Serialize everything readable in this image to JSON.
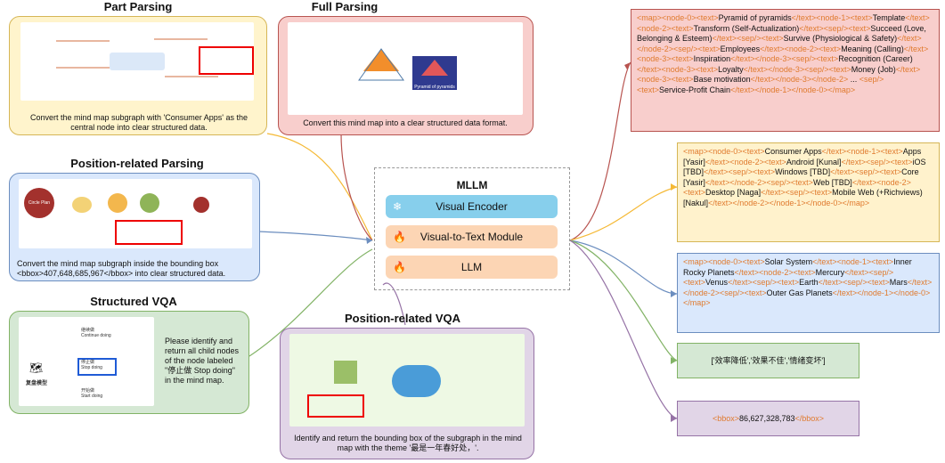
{
  "titles": {
    "part": "Part Parsing",
    "full": "Full Parsing",
    "pos_parse": "Position-related Parsing",
    "svqa": "Structured VQA",
    "pos_vqa": "Position-related VQA"
  },
  "captions": {
    "part": "Convert the mind map subgraph with 'Consumer Apps' as the central node into clear structured data.",
    "full": "Convert this mind map into a clear structured data format.",
    "pos_parse_1": "Convert the mind map subgraph inside the bounding box",
    "pos_parse_2": "<bbox>407,648,685,967</bbox> into clear structured data.",
    "svqa": "Please identify and return all child nodes of the node labeled \"停止做 Stop doing\" in the mind map.",
    "pos_vqa": "Identify and return the bounding box of the subgraph in the mind map with the theme '最是一年春好处，'."
  },
  "mllm": {
    "title": "MLLM",
    "modules": [
      {
        "label": "Visual Encoder",
        "icon": "❄"
      },
      {
        "label": "Visual-to-Text Module",
        "icon": "🔥"
      },
      {
        "label": "LLM",
        "icon": "🔥"
      }
    ]
  },
  "thumbs": {
    "full_center": "Pyramid of pyramids",
    "svqa_root": "复盘模型",
    "svqa_n1a": "继续做",
    "svqa_n1b": "Continue doing",
    "svqa_n2a": "停止做",
    "svqa_n2b": "Stop doing",
    "svqa_n3a": "开始做",
    "svqa_n3b": "Start doing",
    "pos_circle": "Circle Plan"
  },
  "outputs": [
    {
      "segments": [
        [
          "t",
          "<map><node-0><text>"
        ],
        [
          "v",
          "Pyramid of pyramids"
        ],
        [
          "t",
          "</text><node-1><text>"
        ],
        [
          "v",
          "Template"
        ],
        [
          "t",
          "</text><node-2><text>"
        ],
        [
          "v",
          "Transform (Self-Actualization)"
        ],
        [
          "t",
          "</text><sep/><text>"
        ],
        [
          "v",
          "Succeed (Love, Belonging & Esteem)"
        ],
        [
          "t",
          "</text><sep/><text>"
        ],
        [
          "v",
          "Survive (Physiological & Safety)"
        ],
        [
          "t",
          "</text></node-2><sep/><text>"
        ],
        [
          "v",
          "Employees"
        ],
        [
          "t",
          "</text><node-2><text>"
        ],
        [
          "v",
          "Meaning (Calling)"
        ],
        [
          "t",
          "</text><node-3><text>"
        ],
        [
          "v",
          "Inspiration"
        ],
        [
          "t",
          "</text></node-3><sep/><text>"
        ],
        [
          "v",
          "Recognition (Career)"
        ],
        [
          "t",
          "</text><node-3><text>"
        ],
        [
          "v",
          "Loyalty"
        ],
        [
          "t",
          "</text></node-3><sep/><text>"
        ],
        [
          "v",
          "Money (Job)"
        ],
        [
          "t",
          "</text><node-3><text>"
        ],
        [
          "v",
          "Base motivation"
        ],
        [
          "t",
          "</text></node-3></node-2>"
        ],
        [
          "v",
          " ..."
        ],
        [
          "t",
          " <sep/><text>"
        ],
        [
          "v",
          "Service-Profit Chain"
        ],
        [
          "t",
          "</text></node-1></node-0></map>"
        ]
      ]
    },
    {
      "segments": [
        [
          "t",
          "<map><node-0><text>"
        ],
        [
          "v",
          "Consumer Apps"
        ],
        [
          "t",
          "</text><node-1><text>"
        ],
        [
          "v",
          "Apps [Yasir]"
        ],
        [
          "t",
          "</text><node-2><text>"
        ],
        [
          "v",
          "Android [Kunal]"
        ],
        [
          "t",
          "</text><sep/><text>"
        ],
        [
          "v",
          "iOS [TBD]"
        ],
        [
          "t",
          "</text><sep/><text>"
        ],
        [
          "v",
          "Windows [TBD]"
        ],
        [
          "t",
          "</text><sep/><text>"
        ],
        [
          "v",
          "Core [Yasir]"
        ],
        [
          "t",
          "</text></node-2><sep/><text>"
        ],
        [
          "v",
          "Web [TBD]"
        ],
        [
          "t",
          "</text><node-2><text>"
        ],
        [
          "v",
          "Desktop [Naga]"
        ],
        [
          "t",
          "</text><sep/><text>"
        ],
        [
          "v",
          "Mobile Web (+Richviews) [Nakul]"
        ],
        [
          "t",
          "</text></node-2></node-1></node-0></map>"
        ]
      ]
    },
    {
      "segments": [
        [
          "t",
          "<map><node-0><text>"
        ],
        [
          "v",
          "Solar System"
        ],
        [
          "t",
          "</text><node-1><text>"
        ],
        [
          "v",
          "Inner Rocky Planets"
        ],
        [
          "t",
          "</text><node-2><text>"
        ],
        [
          "v",
          "Mercury"
        ],
        [
          "t",
          "</text><sep/><text>"
        ],
        [
          "v",
          "Venus"
        ],
        [
          "t",
          "</text><sep/><text>"
        ],
        [
          "v",
          "Earth"
        ],
        [
          "t",
          "</text><sep/><text>"
        ],
        [
          "v",
          "Mars"
        ],
        [
          "t",
          "</text></node-2><sep/><text>"
        ],
        [
          "v",
          "Outer Gas Planets"
        ],
        [
          "t",
          "</text></node-1></node-0></map>"
        ]
      ]
    },
    {
      "segments": [
        [
          "v",
          "['效率降低','效果不佳','情绪变坏']"
        ]
      ]
    },
    {
      "segments": [
        [
          "t",
          "<bbox>"
        ],
        [
          "v",
          "86,627,328,783"
        ],
        [
          "t",
          "</bbox>"
        ]
      ]
    }
  ],
  "colors": {
    "part": "#f5b935",
    "full": "#b85450",
    "pos_parse": "#6c8ebf",
    "svqa": "#82b366",
    "pos_vqa": "#9673a6"
  }
}
